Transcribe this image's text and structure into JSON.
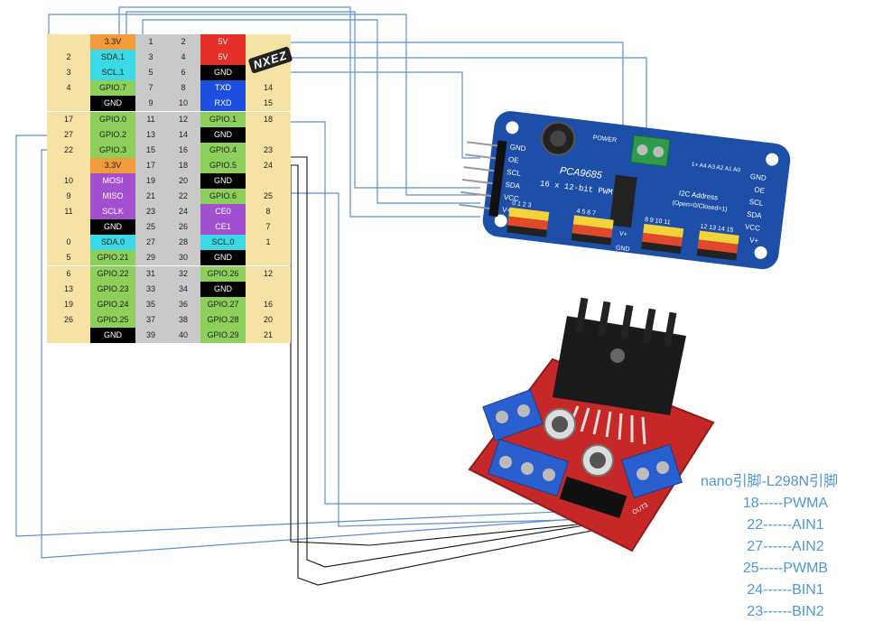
{
  "pinout": {
    "brand": "NXEZ",
    "rows": [
      {
        "bcm_l": "",
        "name_l": "3.3V",
        "type_l": "power3",
        "pin_l": "1",
        "pin_r": "2",
        "name_r": "5V",
        "type_r": "power5",
        "bcm_r": ""
      },
      {
        "bcm_l": "2",
        "name_l": "SDA.1",
        "type_l": "i2c",
        "pin_l": "3",
        "pin_r": "4",
        "name_r": "5V",
        "type_r": "power5",
        "bcm_r": ""
      },
      {
        "bcm_l": "3",
        "name_l": "SCL.1",
        "type_l": "i2c",
        "pin_l": "5",
        "pin_r": "6",
        "name_r": "GND",
        "type_r": "ground",
        "bcm_r": ""
      },
      {
        "bcm_l": "4",
        "name_l": "GPIO.7",
        "type_l": "gpio",
        "pin_l": "7",
        "pin_r": "8",
        "name_r": "TXD",
        "type_r": "uart",
        "bcm_r": "14"
      },
      {
        "bcm_l": "",
        "name_l": "GND",
        "type_l": "ground",
        "pin_l": "9",
        "pin_r": "10",
        "name_r": "RXD",
        "type_r": "uart",
        "bcm_r": "15"
      },
      {
        "bcm_l": "17",
        "name_l": "GPIO.0",
        "type_l": "gpio",
        "pin_l": "11",
        "pin_r": "12",
        "name_r": "GPIO.1",
        "type_r": "gpio",
        "bcm_r": "18"
      },
      {
        "bcm_l": "27",
        "name_l": "GPIO.2",
        "type_l": "gpio",
        "pin_l": "13",
        "pin_r": "14",
        "name_r": "GND",
        "type_r": "ground",
        "bcm_r": ""
      },
      {
        "bcm_l": "22",
        "name_l": "GPIO.3",
        "type_l": "gpio",
        "pin_l": "15",
        "pin_r": "16",
        "name_r": "GPIO.4",
        "type_r": "gpio",
        "bcm_r": "23"
      },
      {
        "bcm_l": "",
        "name_l": "3.3V",
        "type_l": "power3",
        "pin_l": "17",
        "pin_r": "18",
        "name_r": "GPIO.5",
        "type_r": "gpio",
        "bcm_r": "24"
      },
      {
        "bcm_l": "10",
        "name_l": "MOSI",
        "type_l": "spi",
        "pin_l": "19",
        "pin_r": "20",
        "name_r": "GND",
        "type_r": "ground",
        "bcm_r": ""
      },
      {
        "bcm_l": "9",
        "name_l": "MISO",
        "type_l": "spi",
        "pin_l": "21",
        "pin_r": "22",
        "name_r": "GPIO.6",
        "type_r": "gpio",
        "bcm_r": "25"
      },
      {
        "bcm_l": "11",
        "name_l": "SCLK",
        "type_l": "spi",
        "pin_l": "23",
        "pin_r": "24",
        "name_r": "CE0",
        "type_r": "spi",
        "bcm_r": "8"
      },
      {
        "bcm_l": "",
        "name_l": "GND",
        "type_l": "ground",
        "pin_l": "25",
        "pin_r": "26",
        "name_r": "CE1",
        "type_r": "spi",
        "bcm_r": "7"
      },
      {
        "bcm_l": "0",
        "name_l": "SDA.0",
        "type_l": "i2c",
        "pin_l": "27",
        "pin_r": "28",
        "name_r": "SCL.0",
        "type_r": "i2c",
        "bcm_r": "1"
      },
      {
        "bcm_l": "5",
        "name_l": "GPIO.21",
        "type_l": "gpio",
        "pin_l": "29",
        "pin_r": "30",
        "name_r": "GND",
        "type_r": "ground",
        "bcm_r": ""
      },
      {
        "bcm_l": "6",
        "name_l": "GPIO.22",
        "type_l": "gpio",
        "pin_l": "31",
        "pin_r": "32",
        "name_r": "GPIO.26",
        "type_r": "gpio",
        "bcm_r": "12"
      },
      {
        "bcm_l": "13",
        "name_l": "GPIO.23",
        "type_l": "gpio",
        "pin_l": "33",
        "pin_r": "34",
        "name_r": "GND",
        "type_r": "ground",
        "bcm_r": ""
      },
      {
        "bcm_l": "19",
        "name_l": "GPIO.24",
        "type_l": "gpio",
        "pin_l": "35",
        "pin_r": "36",
        "name_r": "GPIO.27",
        "type_r": "gpio",
        "bcm_r": "16"
      },
      {
        "bcm_l": "26",
        "name_l": "GPIO.25",
        "type_l": "gpio",
        "pin_l": "37",
        "pin_r": "38",
        "name_r": "GPIO.28",
        "type_r": "gpio",
        "bcm_r": "20"
      },
      {
        "bcm_l": "",
        "name_l": "GND",
        "type_l": "ground",
        "pin_l": "39",
        "pin_r": "40",
        "name_r": "GPIO.29",
        "type_r": "gpio",
        "bcm_r": "21"
      }
    ]
  },
  "pca9685": {
    "chip": "PCA9685",
    "subtitle": "16 x 12-bit PWM",
    "power_label": "POWER",
    "i2c_label": "I2C Address",
    "i2c_sub": "(Open=0/Closed=1)",
    "left_pins": [
      "GND",
      "OE",
      "SCL",
      "SDA",
      "VCC",
      "V+"
    ],
    "right_pins": [
      "GND",
      "OE",
      "SCL",
      "SDA",
      "VCC",
      "V+"
    ],
    "addr_pins": "1+ A4 A3 A2 A1 A0",
    "channel_groups": [
      "0 1 2 3",
      "4 5 6 7",
      "8 9 10 11",
      "12 13 14 15"
    ],
    "vplus": "V+",
    "gnd": "GND",
    "pwm_short": "PWM"
  },
  "l298n": {
    "out_label": "OUT3"
  },
  "legend": {
    "title": "nano引脚-L298N引脚",
    "lines": [
      "18-----PWMA",
      "22------AIN1",
      "27------AIN2",
      "25-----PWMB",
      "24------BIN1",
      "23------BIN2"
    ]
  },
  "colors": {
    "wire_blue": "#5b8fd0",
    "wire_black": "#111111",
    "pcb_blue": "#1d4fa8",
    "pcb_red": "#c62828",
    "legend_blue": "#4f96d6"
  }
}
